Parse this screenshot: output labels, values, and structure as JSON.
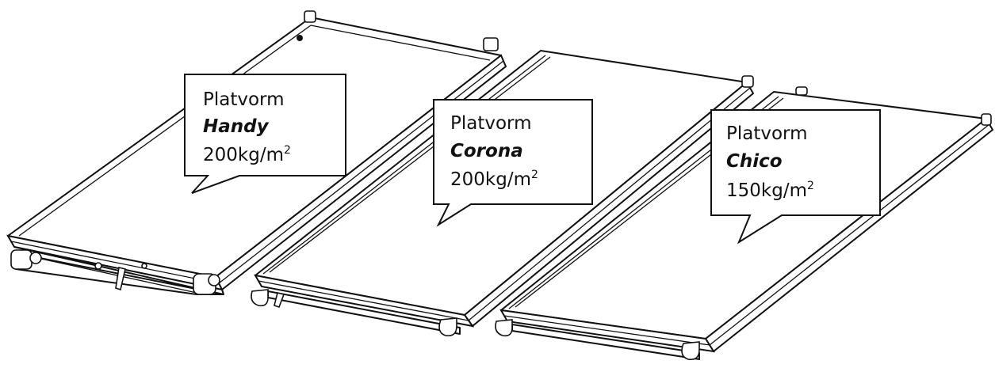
{
  "callouts": [
    {
      "line1": "Platvorm",
      "name": "Handy",
      "load": "200kg/m",
      "sup": "2"
    },
    {
      "line1": "Platvorm",
      "name": "Corona",
      "load": "200kg/m",
      "sup": "2"
    },
    {
      "line1": "Platvorm",
      "name": "Chico",
      "load": "150kg/m",
      "sup": "2"
    }
  ]
}
